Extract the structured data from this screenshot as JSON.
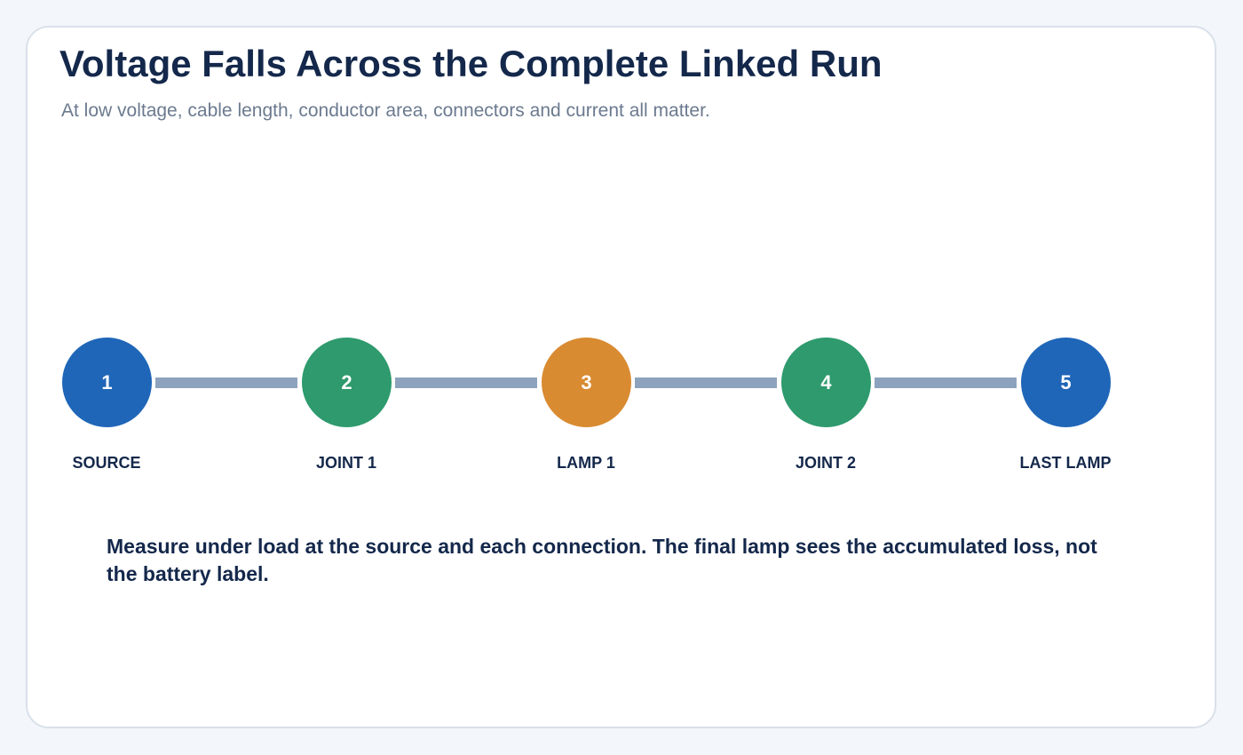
{
  "header": {
    "title": "Voltage Falls Across the Complete Linked Run",
    "subtitle": "At low voltage, cable length, conductor area, connectors and current all matter."
  },
  "diagram": {
    "nodes": [
      {
        "number": "1",
        "label": "SOURCE",
        "color": "#1f66b8"
      },
      {
        "number": "2",
        "label": "JOINT 1",
        "color": "#2e9a6d"
      },
      {
        "number": "3",
        "label": "LAMP 1",
        "color": "#d98b31"
      },
      {
        "number": "4",
        "label": "JOINT 2",
        "color": "#2e9a6d"
      },
      {
        "number": "5",
        "label": "LAST LAMP",
        "color": "#1f66b8"
      }
    ],
    "connector_color": "#8da3bd"
  },
  "note": "Measure under load at the source and each connection. The final lamp sees the accumulated loss, not the battery label."
}
